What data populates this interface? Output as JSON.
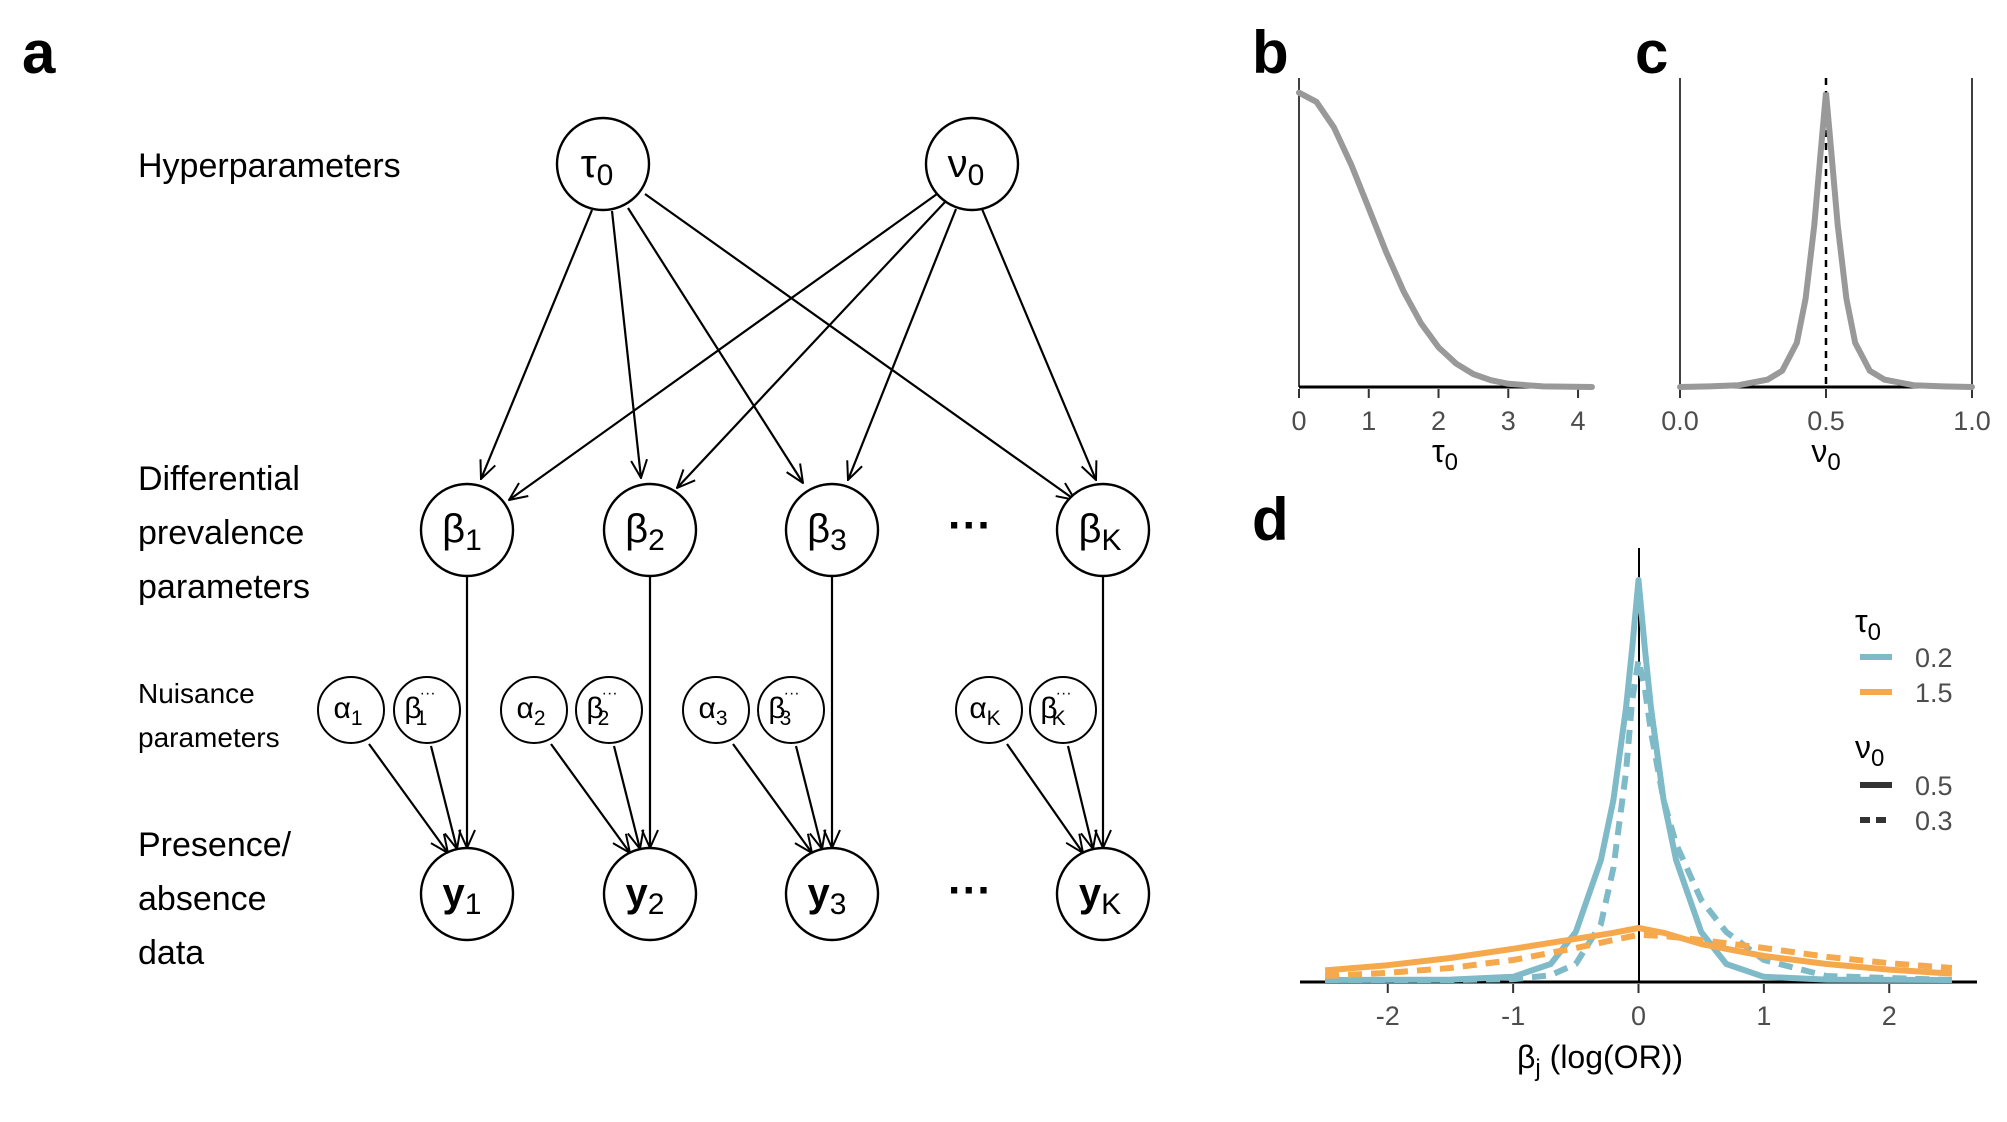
{
  "panel_labels": {
    "a": "a",
    "b": "b",
    "c": "c",
    "d": "d"
  },
  "diagram": {
    "rows": {
      "hyper": "Hyperparameters",
      "diff": [
        "Differential",
        "prevalence",
        "parameters"
      ],
      "nuisance": [
        "Nuisance",
        "parameters"
      ],
      "data": [
        "Presence/",
        "absence",
        "data"
      ]
    },
    "hyper_nodes": [
      {
        "sym": "τ",
        "sub": "0"
      },
      {
        "sym": "ν",
        "sub": "0"
      }
    ],
    "beta_nodes": [
      {
        "sym": "β",
        "sub": "1"
      },
      {
        "sym": "β",
        "sub": "2"
      },
      {
        "sym": "β",
        "sub": "3"
      },
      {
        "sym": "β",
        "sub": "K"
      }
    ],
    "alpha_nodes": [
      {
        "sym": "α",
        "sub": "1"
      },
      {
        "sym": "α",
        "sub": "2"
      },
      {
        "sym": "α",
        "sub": "3"
      },
      {
        "sym": "α",
        "sub": "K"
      }
    ],
    "betadot_nodes": [
      {
        "sym": "β",
        "sub": "1",
        "sup": "···"
      },
      {
        "sym": "β",
        "sub": "2",
        "sup": "···"
      },
      {
        "sym": "β",
        "sub": "3",
        "sup": "···"
      },
      {
        "sym": "β",
        "sub": "K",
        "sup": "···"
      }
    ],
    "y_nodes": [
      {
        "sym": "y",
        "sub": "1"
      },
      {
        "sym": "y",
        "sub": "2"
      },
      {
        "sym": "y",
        "sub": "3"
      },
      {
        "sym": "y",
        "sub": "K"
      }
    ],
    "ellipsis": "···"
  },
  "chart_data": [
    {
      "panel": "b",
      "type": "line",
      "xlabel": {
        "sym": "τ",
        "sub": "0"
      },
      "ylabel": "",
      "xlim": [
        0,
        4.2
      ],
      "ylim": [
        0,
        1.05
      ],
      "xticks": [
        "0",
        "1",
        "2",
        "3",
        "4"
      ],
      "grid": false,
      "series": [
        {
          "color": "#999999",
          "x": [
            0,
            0.25,
            0.5,
            0.75,
            1.0,
            1.25,
            1.5,
            1.75,
            2.0,
            2.25,
            2.5,
            2.75,
            3.0,
            3.5,
            4.2
          ],
          "y": [
            1.0,
            0.969,
            0.882,
            0.755,
            0.607,
            0.458,
            0.325,
            0.216,
            0.135,
            0.08,
            0.044,
            0.023,
            0.011,
            0.002,
            0.0
          ]
        }
      ]
    },
    {
      "panel": "c",
      "type": "line",
      "xlabel": {
        "sym": "ν",
        "sub": "0"
      },
      "ylabel": "",
      "xlim": [
        0,
        1
      ],
      "ylim": [
        0,
        1.05
      ],
      "xticks": [
        "0.0",
        "0.5",
        "1.0"
      ],
      "reference_line": {
        "x": 0.5,
        "style": "dashed"
      },
      "grid": false,
      "series": [
        {
          "color": "#999999",
          "x": [
            0.0,
            0.1,
            0.2,
            0.3,
            0.35,
            0.4,
            0.43,
            0.46,
            0.48,
            0.5,
            0.52,
            0.54,
            0.57,
            0.6,
            0.65,
            0.7,
            0.8,
            0.9,
            1.0
          ],
          "y": [
            0.0,
            0.002,
            0.006,
            0.025,
            0.055,
            0.15,
            0.3,
            0.55,
            0.78,
            1.0,
            0.78,
            0.55,
            0.3,
            0.15,
            0.055,
            0.025,
            0.006,
            0.002,
            0.0
          ]
        }
      ]
    },
    {
      "panel": "d",
      "type": "line",
      "xlabel": {
        "sym": "β",
        "sub": "j",
        "rest": " (log(OR))"
      },
      "ylabel": "",
      "xlim": [
        -2.7,
        2.7
      ],
      "ylim": [
        0,
        1.0
      ],
      "xticks": [
        "-2",
        "-1",
        "0",
        "1",
        "2"
      ],
      "reference_line": {
        "x": 0,
        "style": "solid"
      },
      "grid": false,
      "legend": {
        "placement": "right",
        "tau_title": {
          "sym": "τ",
          "sub": "0"
        },
        "tau_items": [
          {
            "label": "0.2",
            "color": "#7fbac8"
          },
          {
            "label": "1.5",
            "color": "#f5a84c"
          }
        ],
        "nu_title": {
          "sym": "ν",
          "sub": "0"
        },
        "nu_items": [
          {
            "label": "0.5",
            "style": "solid"
          },
          {
            "label": "0.3",
            "style": "dashed"
          }
        ]
      },
      "series": [
        {
          "tau": "0.2",
          "nu": "0.5",
          "color": "#7fbac8",
          "dash": false,
          "x": [
            -2.5,
            -1.5,
            -1.0,
            -0.7,
            -0.5,
            -0.3,
            -0.2,
            -0.1,
            -0.05,
            0,
            0.05,
            0.1,
            0.2,
            0.3,
            0.5,
            0.7,
            1.0,
            1.5,
            2.5
          ],
          "y": [
            0.0,
            0.001,
            0.008,
            0.04,
            0.12,
            0.3,
            0.45,
            0.68,
            0.83,
            1.0,
            0.83,
            0.68,
            0.45,
            0.3,
            0.12,
            0.04,
            0.008,
            0.001,
            0.0
          ]
        },
        {
          "tau": "0.2",
          "nu": "0.3",
          "color": "#7fbac8",
          "dash": true,
          "x": [
            -2.5,
            -1.5,
            -1.0,
            -0.7,
            -0.5,
            -0.3,
            -0.2,
            -0.1,
            -0.05,
            0,
            0.05,
            0.1,
            0.2,
            0.3,
            0.5,
            0.7,
            1.0,
            1.5,
            2.5
          ],
          "y": [
            0.0,
            0.0,
            0.002,
            0.012,
            0.04,
            0.14,
            0.28,
            0.52,
            0.7,
            0.8,
            0.73,
            0.62,
            0.45,
            0.34,
            0.2,
            0.12,
            0.05,
            0.01,
            0.0
          ]
        },
        {
          "tau": "1.5",
          "nu": "0.5",
          "color": "#f5a84c",
          "dash": false,
          "x": [
            -2.5,
            -2.0,
            -1.5,
            -1.0,
            -0.5,
            -0.2,
            0,
            0.2,
            0.5,
            1.0,
            1.5,
            2.0,
            2.5
          ],
          "y": [
            0.024,
            0.037,
            0.055,
            0.078,
            0.103,
            0.118,
            0.13,
            0.118,
            0.09,
            0.06,
            0.04,
            0.026,
            0.016
          ]
        },
        {
          "tau": "1.5",
          "nu": "0.3",
          "color": "#f5a84c",
          "dash": true,
          "x": [
            -2.5,
            -2.0,
            -1.5,
            -1.0,
            -0.5,
            -0.2,
            0,
            0.2,
            0.5,
            1.0,
            1.5,
            2.0,
            2.5
          ],
          "y": [
            0.01,
            0.018,
            0.03,
            0.05,
            0.08,
            0.1,
            0.113,
            0.11,
            0.1,
            0.08,
            0.058,
            0.042,
            0.03
          ]
        }
      ]
    }
  ]
}
